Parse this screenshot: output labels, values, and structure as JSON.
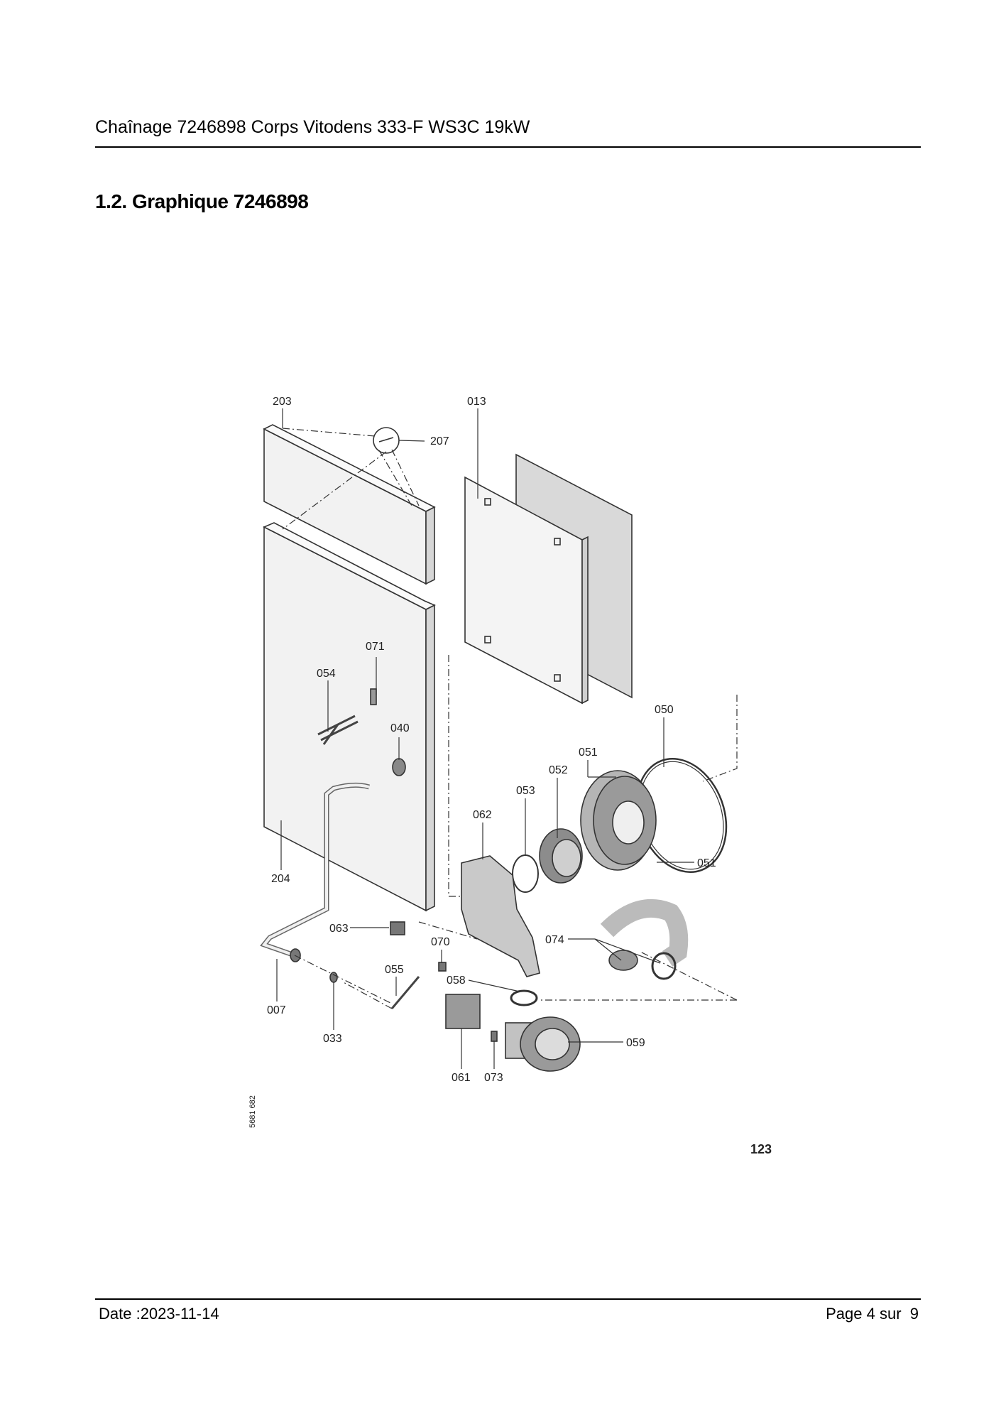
{
  "header": {
    "title": "Chaînage 7246898 Corps Vitodens 333-F WS3C 19kW"
  },
  "section": {
    "title": "1.2. Graphique 7246898"
  },
  "diagram": {
    "labels": {
      "p203": "203",
      "p013": "013",
      "p207": "207",
      "p071": "071",
      "p054": "054",
      "p040": "040",
      "p050": "050",
      "p051a": "051",
      "p052": "052",
      "p053": "053",
      "p062": "062",
      "p051b": "051",
      "p204": "204",
      "p063": "063",
      "p074": "074",
      "p070": "070",
      "p055": "055",
      "p058": "058",
      "p007": "007",
      "p033": "033",
      "p059": "059",
      "p061": "061",
      "p073": "073"
    },
    "drawing_number": "5681 682",
    "figure_number": "123"
  },
  "footer": {
    "date": "Date :2023-11-14",
    "page": "Page 4 sur  9"
  }
}
